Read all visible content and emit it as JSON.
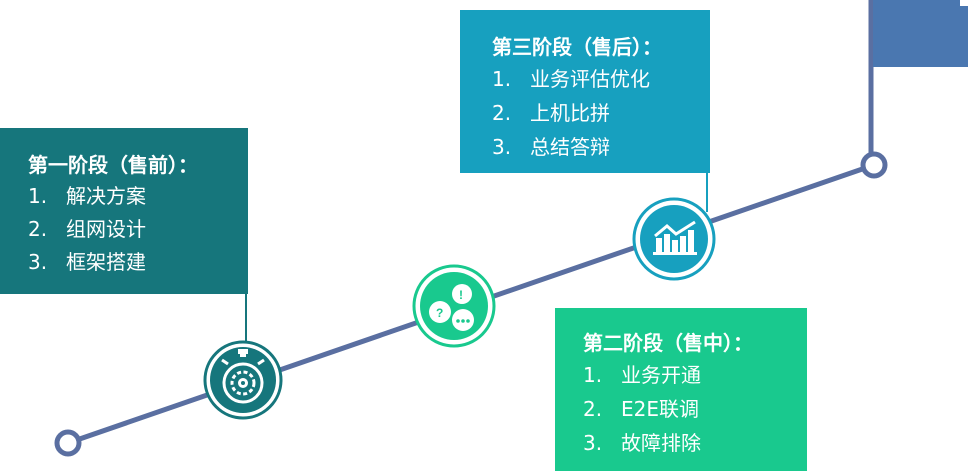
{
  "colors": {
    "line": "#5a6fa1",
    "flag": "#4a77b0",
    "stage1": "#16767c",
    "stage2": "#19c98e",
    "stage3": "#17a0bf",
    "icon_ring_stage1": "#16767c",
    "icon_ring_stage2": "#19c98e",
    "icon_ring_stage3": "#17a0bf"
  },
  "icons": [
    "stopwatch-gear-icon",
    "chat-bubbles-icon",
    "bar-chart-trend-icon",
    "flag-icon"
  ],
  "stages": [
    {
      "id": "stage1",
      "title": "第一阶段（售前）：",
      "items": [
        {
          "num": "1.",
          "text": "解决方案"
        },
        {
          "num": "2.",
          "text": "组网设计"
        },
        {
          "num": "3.",
          "text": "框架搭建"
        }
      ]
    },
    {
      "id": "stage2",
      "title": "第二阶段（售中）：",
      "items": [
        {
          "num": "1.",
          "text": "业务开通"
        },
        {
          "num": "2.",
          "text": "E2E联调"
        },
        {
          "num": "3.",
          "text": "故障排除"
        }
      ]
    },
    {
      "id": "stage3",
      "title": "第三阶段（售后）：",
      "items": [
        {
          "num": "1.",
          "text": "业务评估优化"
        },
        {
          "num": "2.",
          "text": "上机比拼"
        },
        {
          "num": "3.",
          "text": "总结答辩"
        }
      ]
    }
  ]
}
